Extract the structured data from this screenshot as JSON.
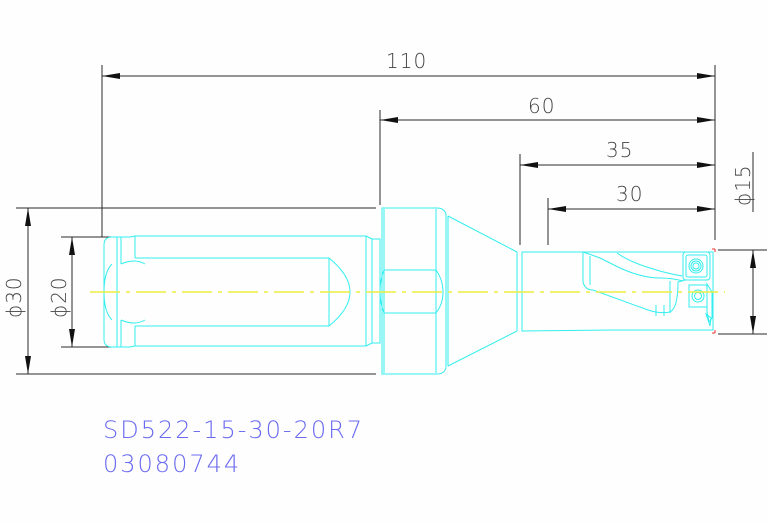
{
  "drawing": {
    "title": "SD522-15-30-20R7",
    "code": "03080744",
    "colors": {
      "part_outline": "#33eeee",
      "center_line": "#eeee44",
      "dimension_lines": "#2a2a2a",
      "label_text": "#6a6af0",
      "corner_marks": "#ee3333"
    },
    "dimensions": {
      "overall_length": "110",
      "head_length": "60",
      "body_length_35": "35",
      "drill_depth": "30",
      "drill_diameter": "ϕ15",
      "flange_diameter": "ϕ30",
      "shank_diameter": "ϕ20"
    }
  }
}
